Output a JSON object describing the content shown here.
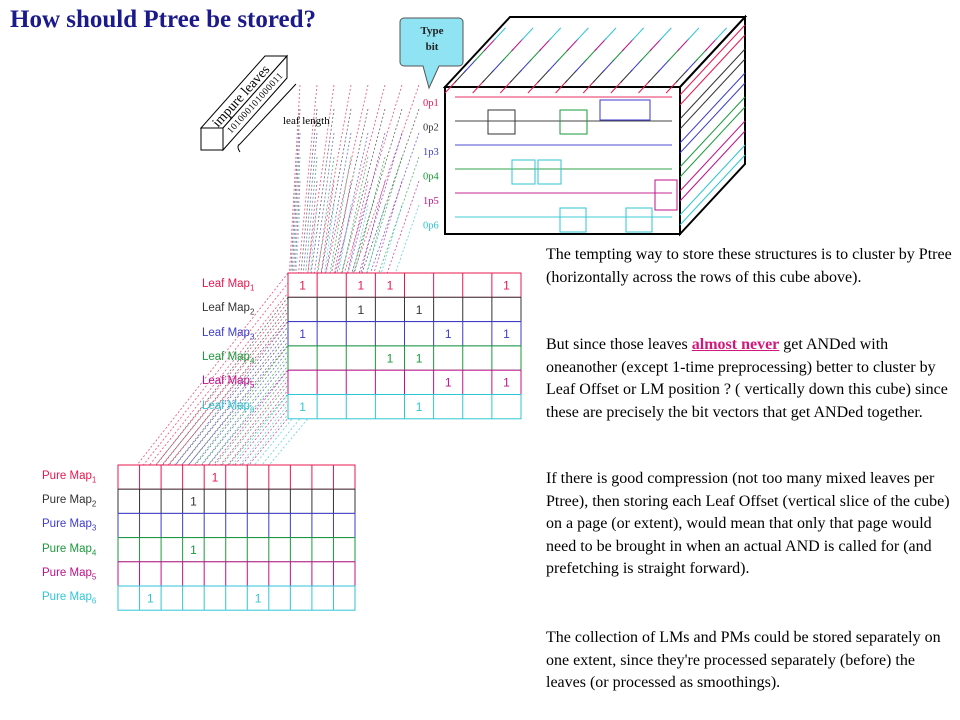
{
  "title": "How should Ptree be stored?",
  "callout": {
    "line1": "Type",
    "line2": "bit"
  },
  "impure": {
    "label": "impure leaves",
    "bits": "101000101000011",
    "leaf_length": "leaf length"
  },
  "ptree_labels": [
    "0p1",
    "0p2",
    "1p3",
    "0p4",
    "1p5",
    "0p6"
  ],
  "colors": [
    "#e8174f",
    "#333333",
    "#3b3bcf",
    "#1a9a3a",
    "#c0108a",
    "#2fc6d6"
  ],
  "leaf_maps": [
    {
      "label": "Leaf Map",
      "sub": "1",
      "cells": [
        "1",
        "",
        "1",
        "1",
        "",
        "",
        "",
        "1"
      ]
    },
    {
      "label": "Leaf Map",
      "sub": "2",
      "cells": [
        "",
        "",
        "1",
        "",
        "1",
        "",
        "",
        ""
      ]
    },
    {
      "label": "Leaf Map",
      "sub": "3",
      "cells": [
        "1",
        "",
        "",
        "",
        "",
        "1",
        "",
        "1"
      ]
    },
    {
      "label": "Leaf Map",
      "sub": "4",
      "cells": [
        "",
        "",
        "",
        "1",
        "1",
        "",
        "",
        ""
      ]
    },
    {
      "label": "Leaf Map",
      "sub": "5",
      "cells": [
        "",
        "",
        "",
        "",
        "",
        "1",
        "",
        "1"
      ]
    },
    {
      "label": "Leaf Map",
      "sub": "6",
      "cells": [
        "1",
        "",
        "",
        "",
        "1",
        "",
        "",
        ""
      ]
    }
  ],
  "pure_maps": [
    {
      "label": "Pure Map",
      "sub": "1",
      "cells": [
        "",
        "",
        "",
        "",
        "1",
        "",
        "",
        "",
        "",
        "",
        ""
      ]
    },
    {
      "label": "Pure Map",
      "sub": "2",
      "cells": [
        "",
        "",
        "",
        "1",
        "",
        "",
        "",
        "",
        "",
        "",
        ""
      ]
    },
    {
      "label": "Pure Map",
      "sub": "3",
      "cells": [
        "",
        "",
        "",
        "",
        "",
        "",
        "",
        "",
        "",
        "",
        ""
      ]
    },
    {
      "label": "Pure Map",
      "sub": "4",
      "cells": [
        "",
        "",
        "",
        "1",
        "",
        "",
        "",
        "",
        "",
        "",
        ""
      ]
    },
    {
      "label": "Pure Map",
      "sub": "5",
      "cells": [
        "",
        "",
        "",
        "",
        "",
        "",
        "",
        "",
        "",
        "",
        ""
      ]
    },
    {
      "label": "Pure Map",
      "sub": "6",
      "cells": [
        "",
        "1",
        "",
        "",
        "",
        "",
        "1",
        "",
        "",
        "",
        ""
      ]
    }
  ],
  "text": {
    "p1": "The tempting way to store these structures is to cluster by Ptree (horizontally across the rows of this cube above).",
    "p2_a": "But since those leaves ",
    "p2_u": "almost never",
    "p2_b": " get ANDed with oneanother (except 1-time preprocessing) better to cluster by Leaf Offset or LM position ?     ( vertically down this cube) since these are precisely the bit vectors that get ANDed together.",
    "p3": "If there is good compression (not too many mixed leaves per Ptree), then storing each Leaf Offset (vertical slice of the cube) on a page (or extent), would mean that only that page would need to be brought in when an actual AND is called for (and prefetching is straight forward).",
    "p4": "The collection of LMs and PMs could be stored separately on one extent, since they're processed separately (before) the leaves (or processed as smoothings)."
  }
}
